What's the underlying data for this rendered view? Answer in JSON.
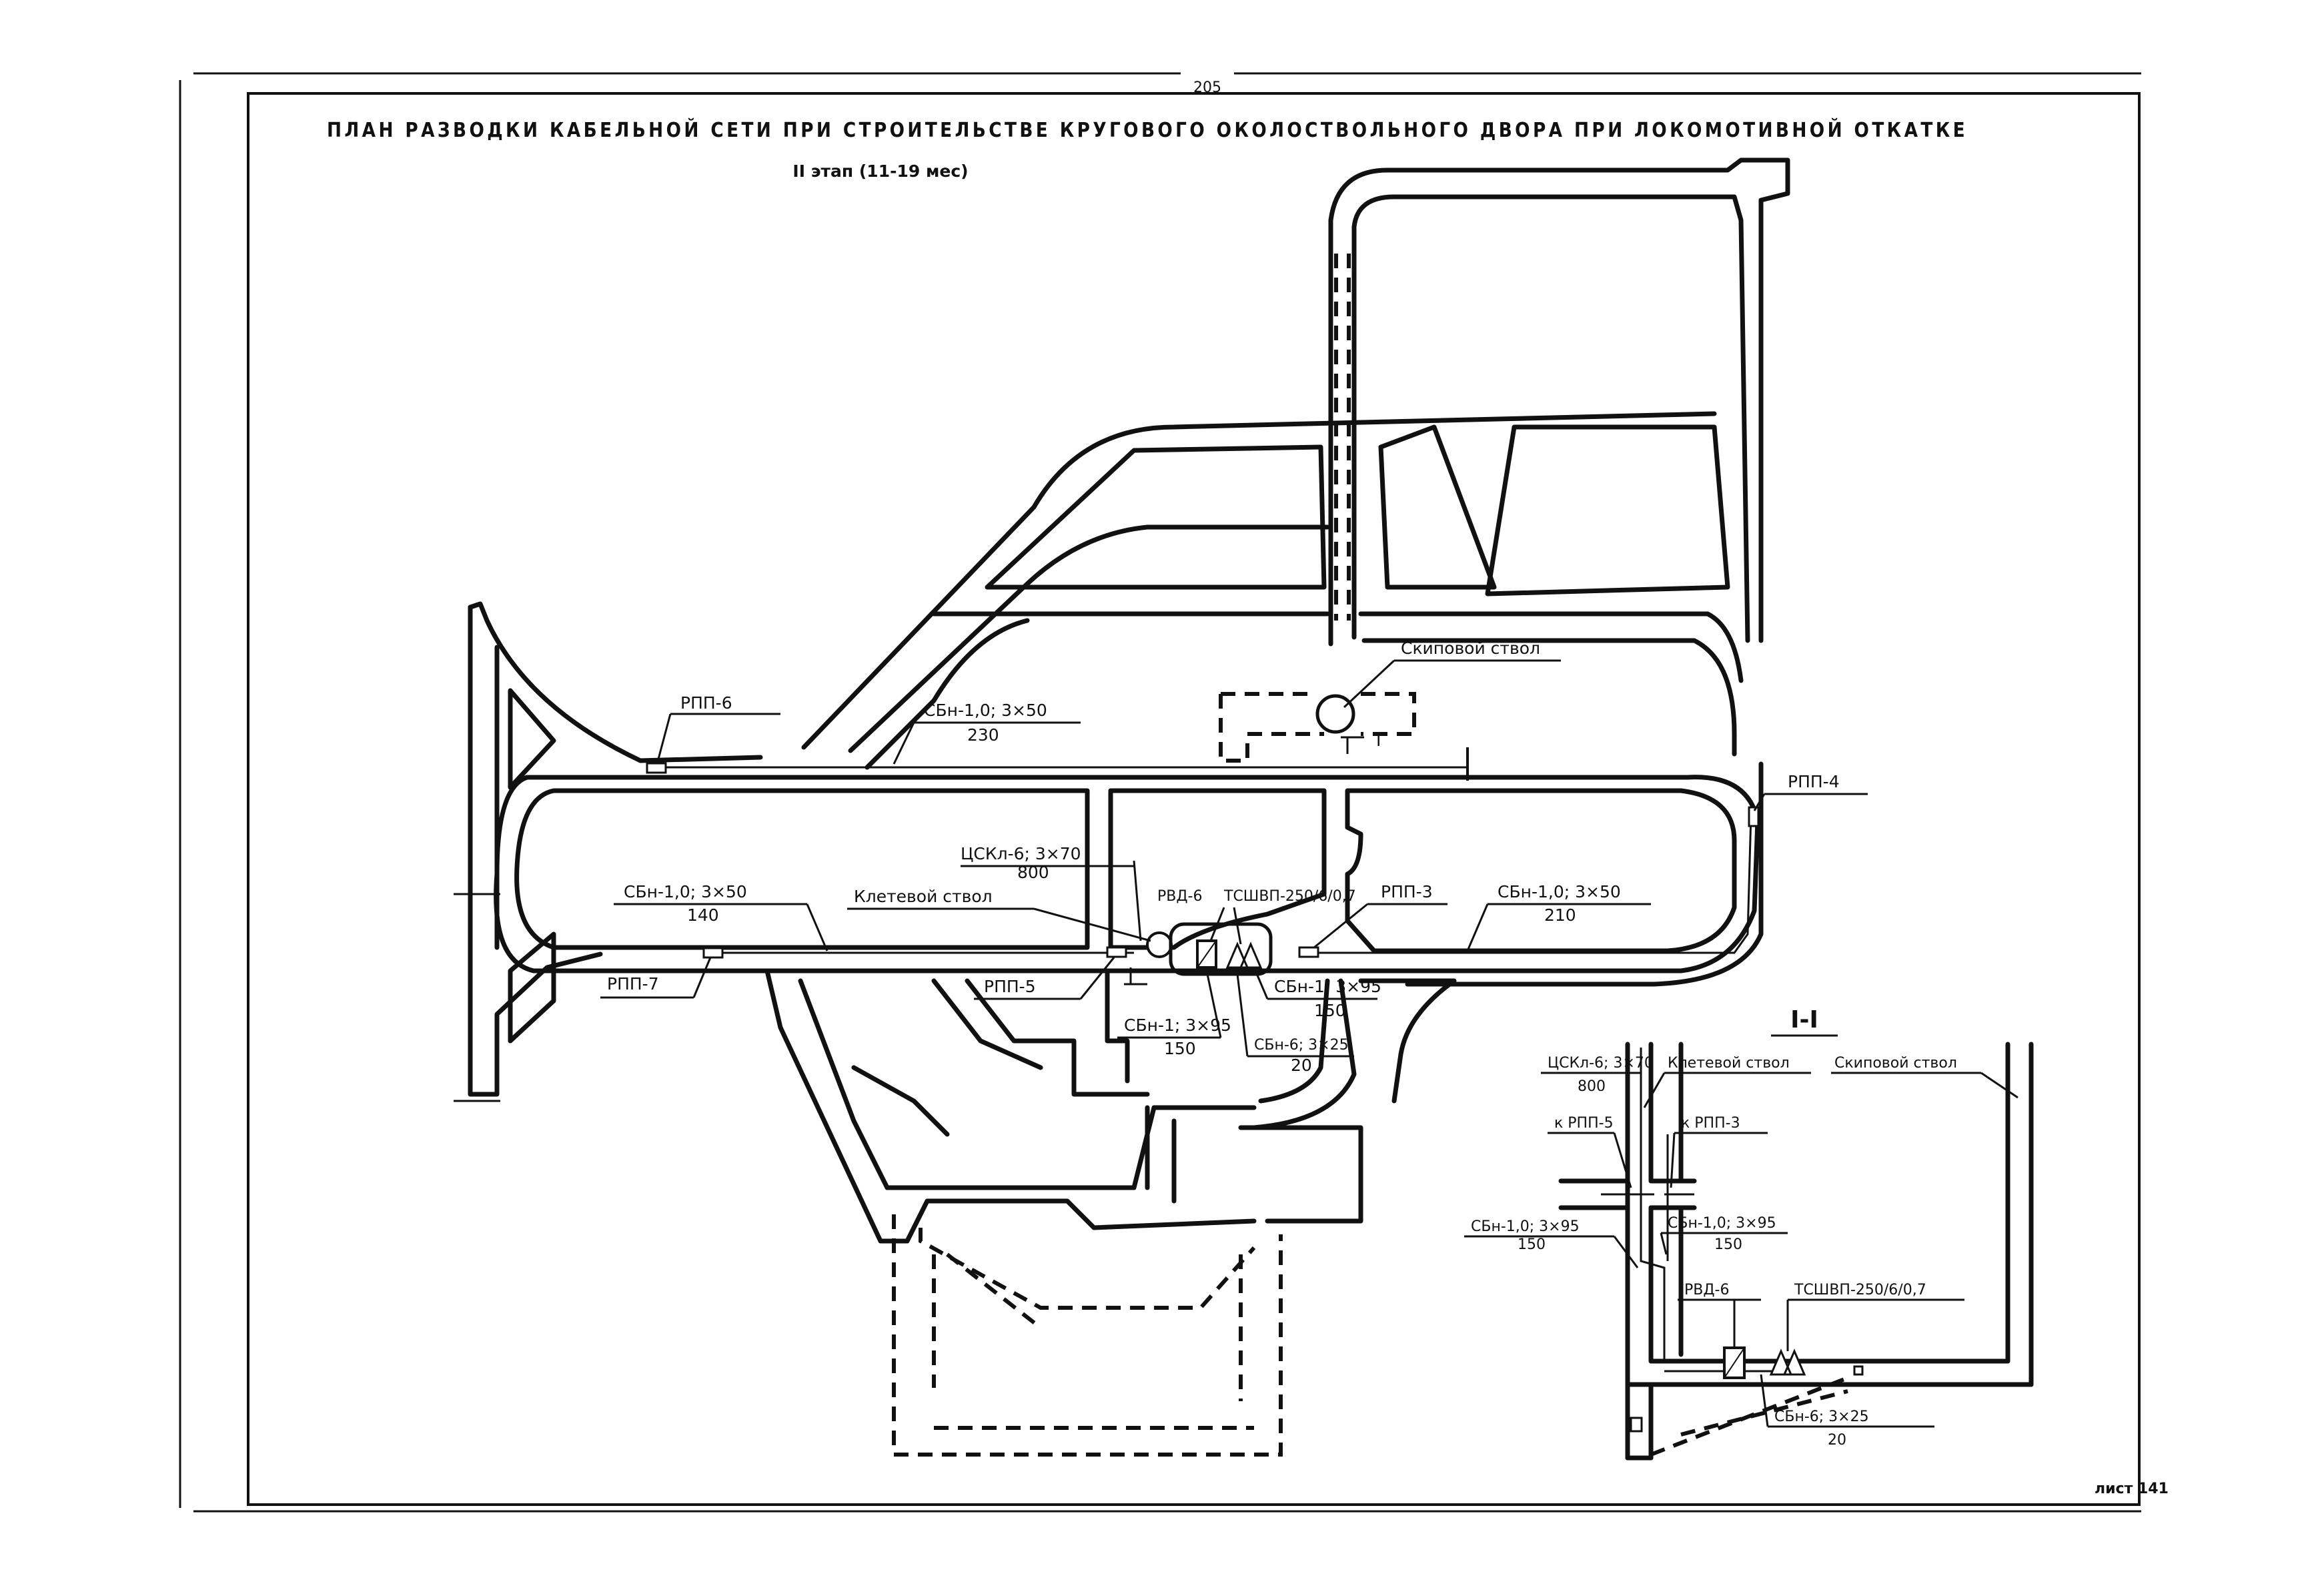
{
  "page_number": "205",
  "title": "ПЛАН РАЗВОДКИ КАБЕЛЬНОЙ СЕТИ ПРИ СТРОИТЕЛЬСТВЕ КРУГОВОГО ОКОЛОСТВОЛЬНОГО ДВОРА ПРИ ЛОКОМОТИВНОЙ ОТКАТКЕ",
  "subtitle": "II этап (11-19 мес)",
  "plan": {
    "skip_shaft": "Скиповой ствол",
    "section_mark": "I",
    "rpp6": "РПП-6",
    "rpp4": "РПП-4",
    "rpp3": "РПП-3",
    "rpp5": "РПП-5",
    "rpp7": "РПП-7",
    "rvd6": "РВД-6",
    "transformer": "ТСШВП-250/6/0,7",
    "cage_shaft": "Клетевой ствол",
    "cable_top": {
      "spec": "СБн-1,0; 3×50",
      "length": "230"
    },
    "cable_left": {
      "spec": "СБн-1,0; 3×50",
      "length": "140"
    },
    "cable_right": {
      "spec": "СБн-1,0; 3×50",
      "length": "210"
    },
    "cable_hv": {
      "spec": "ЦСКл-6; 3×70",
      "length": "800"
    },
    "cable_95a": {
      "spec": "СБн-1; 3×95",
      "length": "150"
    },
    "cable_95b": {
      "spec": "СБн-1; 3×95",
      "length": "150"
    },
    "cable_25": {
      "spec": "СБн-6; 3×25",
      "length": "20"
    }
  },
  "section": {
    "title": "I-I",
    "hv_cable": {
      "spec": "ЦСКл-6; 3×70",
      "length": "800"
    },
    "cage_shaft": "Клетевой ствол",
    "skip_shaft": "Скиповой ствол",
    "to_rpp5": "к РПП-5",
    "to_rpp3": "к РПП-3",
    "cable_left": {
      "spec": "СБн-1,0; 3×95",
      "length": "150"
    },
    "cable_right": {
      "spec": "СБн-1,0; 3×95",
      "length": "150"
    },
    "rvd6": "РВД-6",
    "transformer": "ТСШВП-250/6/0,7",
    "cable_25": {
      "spec": "СБн-6; 3×25",
      "length": "20"
    }
  },
  "sheet_label": "лист 141"
}
